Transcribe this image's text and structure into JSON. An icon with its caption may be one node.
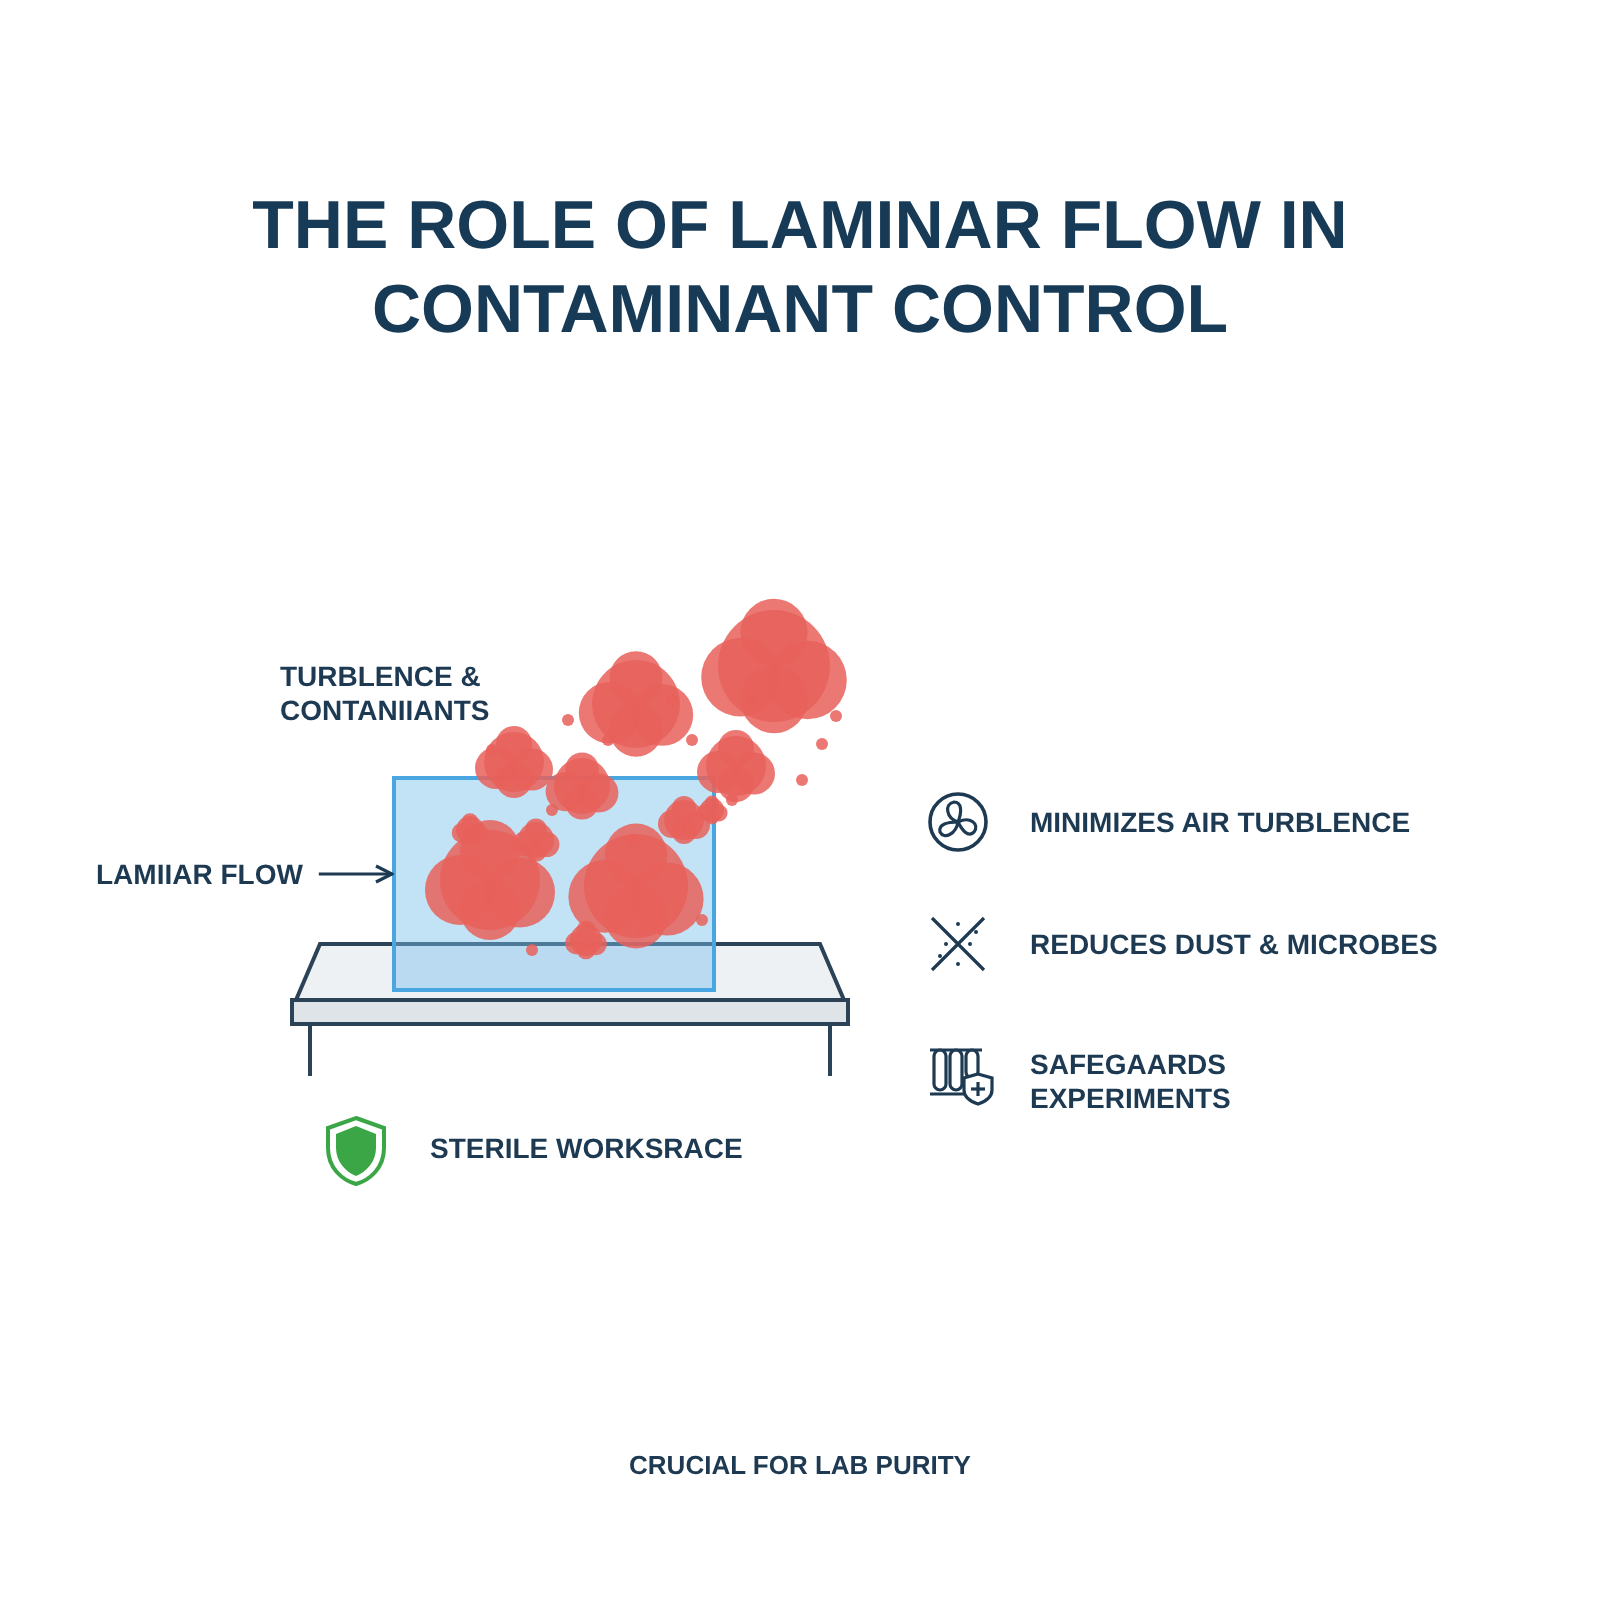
{
  "diagram": {
    "title": "THE ROLE OF LAMINAR FLOW IN CONTAMINANT CONTROL",
    "caption": "CRUCIAL FOR LAB PURITY",
    "nodes": [
      {
        "text": [
          "LAMIIAR FLOW"
        ]
      },
      {
        "text": [],
        "shape": "box"
      }
    ],
    "edges": [
      {
        "from": 0,
        "to": 1,
        "arrow": "to"
      }
    ],
    "labels": [
      "TURBLENCE & CONTANIIANTS",
      "MINIMIZES AIR TURBLENCE",
      "REDUCES DUST & MICROBES",
      "SAFEGAARDS EXPERIMENTS",
      "STERILE WORKSRACE"
    ]
  }
}
